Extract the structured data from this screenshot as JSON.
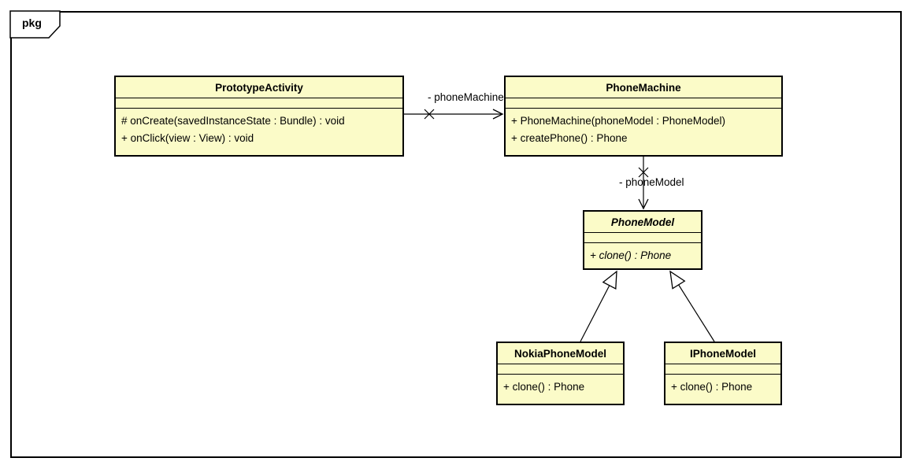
{
  "frame": {
    "label": "pkg"
  },
  "colors": {
    "class_fill": "#FBFBC8",
    "line": "#000000",
    "background": "#FFFFFF"
  },
  "classes": [
    {
      "name": "PrototypeActivity",
      "abstract": false,
      "attributes": [],
      "methods": [
        "# onCreate(savedInstanceState : Bundle) : void",
        "+ onClick(view : View) : void"
      ]
    },
    {
      "name": "PhoneMachine",
      "abstract": false,
      "attributes": [],
      "methods": [
        "+ PhoneMachine(phoneModel : PhoneModel)",
        "+ createPhone() : Phone"
      ]
    },
    {
      "name": "PhoneModel",
      "abstract": true,
      "attributes": [],
      "methods": [
        "+ clone() : Phone"
      ]
    },
    {
      "name": "NokiaPhoneModel",
      "abstract": false,
      "attributes": [],
      "methods": [
        "+ clone() : Phone"
      ]
    },
    {
      "name": "IPhoneModel",
      "abstract": false,
      "attributes": [],
      "methods": [
        "+ clone() : Phone"
      ]
    }
  ],
  "associations": [
    {
      "from": "PrototypeActivity",
      "to": "PhoneMachine",
      "label": "- phoneMachine",
      "type": "directed-association"
    },
    {
      "from": "PhoneMachine",
      "to": "PhoneModel",
      "label": "- phoneModel",
      "type": "directed-association"
    }
  ],
  "generalizations": [
    {
      "from": "NokiaPhoneModel",
      "to": "PhoneModel"
    },
    {
      "from": "IPhoneModel",
      "to": "PhoneModel"
    }
  ]
}
